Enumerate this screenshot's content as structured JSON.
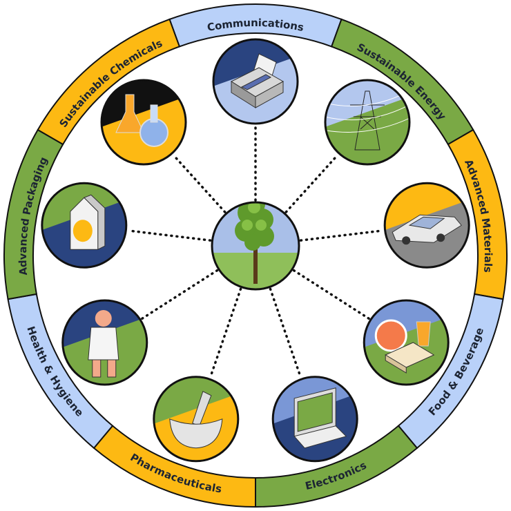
{
  "title": "Tree-derived product applications",
  "center": {
    "icon": "tree-icon"
  },
  "colors": {
    "orange": "#fdb913",
    "green": "#7aa945",
    "blue": "#b9d1f9",
    "navy": "#2a4480",
    "outline": "#111111"
  },
  "sectors": [
    {
      "label": "Communications",
      "color": "blue",
      "icon": "printer-icon",
      "bg": [
        "#2a4480",
        "#b3c7ee"
      ]
    },
    {
      "label": "Sustainable Energy",
      "color": "green",
      "icon": "power-tower-icon",
      "bg": [
        "#b3c7ee",
        "#7aa945"
      ]
    },
    {
      "label": "Advanced Materials",
      "color": "orange",
      "icon": "car-icon",
      "bg": [
        "#fdb913",
        "#8a8a8a"
      ]
    },
    {
      "label": "Food & Beverage",
      "color": "blue",
      "icon": "food-icon",
      "bg": [
        "#7a97d6",
        "#7aa945"
      ]
    },
    {
      "label": "Electronics",
      "color": "green",
      "icon": "laptop-icon",
      "bg": [
        "#7a97d6",
        "#2a4480"
      ]
    },
    {
      "label": "Pharmaceuticals",
      "color": "orange",
      "icon": "mortar-pestle-icon",
      "bg": [
        "#7aa945",
        "#fdb913"
      ]
    },
    {
      "label": "Health & Hygiene",
      "color": "blue",
      "icon": "medical-person-icon",
      "bg": [
        "#2a4480",
        "#7aa945"
      ]
    },
    {
      "label": "Advanced Packaging",
      "color": "green",
      "icon": "milk-carton-icon",
      "bg": [
        "#7aa945",
        "#2a4480"
      ]
    },
    {
      "label": "Sustainable Chemicals",
      "color": "orange",
      "icon": "flasks-icon",
      "bg": [
        "#111111",
        "#fdb913"
      ]
    }
  ]
}
